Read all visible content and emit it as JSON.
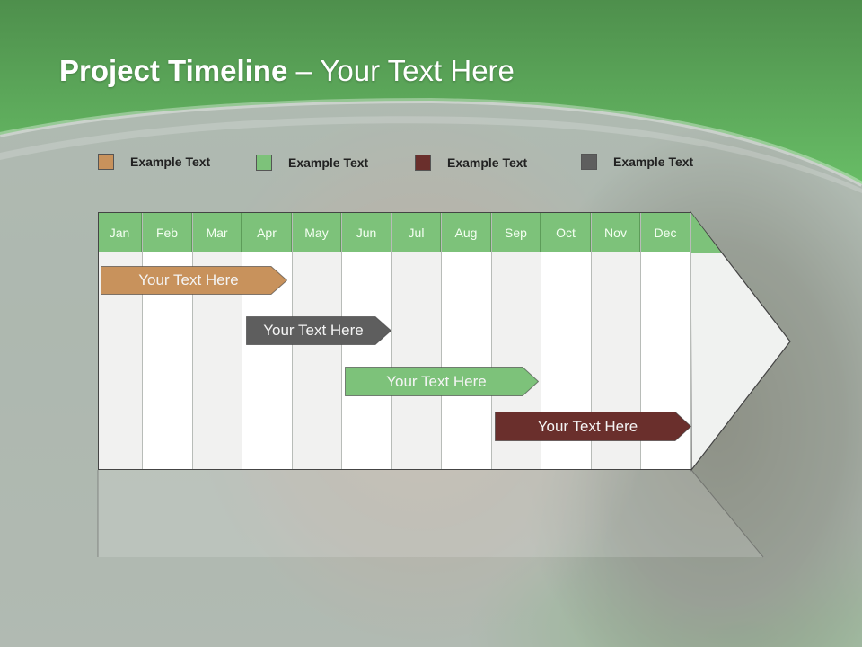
{
  "slide": {
    "title_bold": "Project Timeline",
    "title_rest": " – Your Text Here"
  },
  "legend": [
    {
      "label": "Example Text",
      "color": "#c8925c"
    },
    {
      "label": "Example Text",
      "color": "#7dc27a"
    },
    {
      "label": "Example Text",
      "color": "#6a2f2c"
    },
    {
      "label": "Example Text",
      "color": "#5e5e5e"
    }
  ],
  "months": [
    "Jan",
    "Feb",
    "Mar",
    "Apr",
    "May",
    "Jun",
    "Jul",
    "Aug",
    "Sep",
    "Oct",
    "Nov",
    "Dec"
  ],
  "bars": [
    {
      "label": "Your  Text Here",
      "color": "#c8925c"
    },
    {
      "label": "Your  Text Here",
      "color": "#5e5e5e"
    },
    {
      "label": "Your  Text Here",
      "color": "#7dc27a"
    },
    {
      "label": "Your  Text Here",
      "color": "#6a2f2c"
    }
  ],
  "colors": {
    "header_green": "#7dc27a",
    "banner_green": "#5bb25f"
  }
}
